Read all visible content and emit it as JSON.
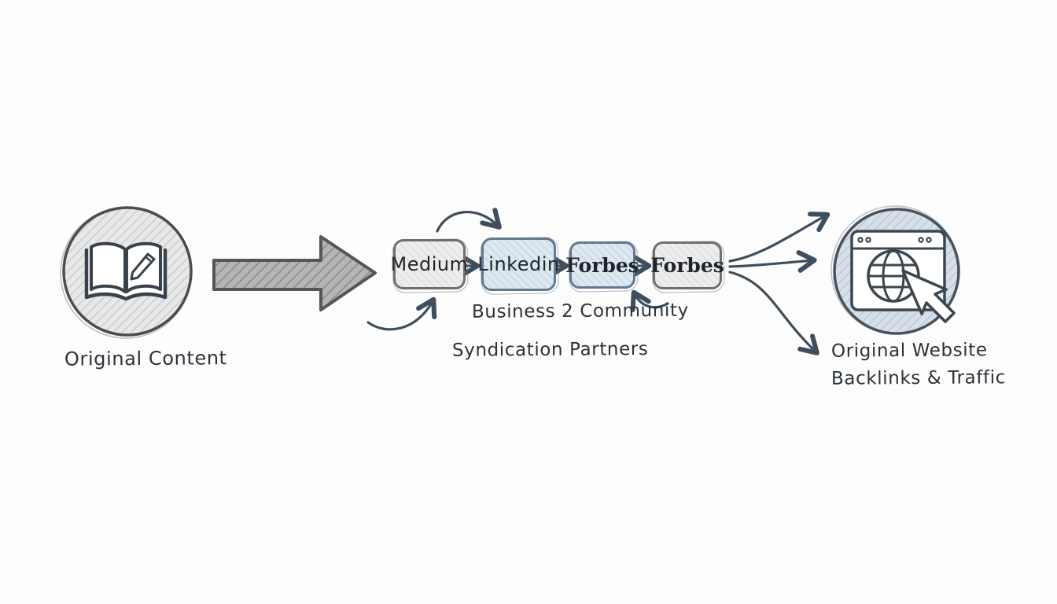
{
  "colors": {
    "background": "#fdfdfd",
    "ink": "#2b3238",
    "arrow-ink": "#3f4e5c",
    "box-gray-fill": "#ededed",
    "box-gray-border": "#6f6f6f",
    "box-blue-fill": "#dde8f1",
    "box-blue-border": "#64798f",
    "block-arrow-fill": "#b3b3b3",
    "icon-circle-fill": "#d6dfe7"
  },
  "source": {
    "icon": "open-book-pencil-icon",
    "label": "Original Content"
  },
  "partners": {
    "boxes": [
      {
        "label": "Medium",
        "style": "gray"
      },
      {
        "label": "Linkedin",
        "style": "blue"
      },
      {
        "label": "Forbes",
        "style": "blue"
      },
      {
        "label": "Forbes",
        "style": "gray"
      }
    ],
    "caption_line1": "Business 2 Community",
    "caption_line2": "Syndication Partners"
  },
  "destination": {
    "icon": "browser-globe-cursor-icon",
    "label_line1": "Original Website",
    "label_line2": "Backlinks & Traffic"
  }
}
